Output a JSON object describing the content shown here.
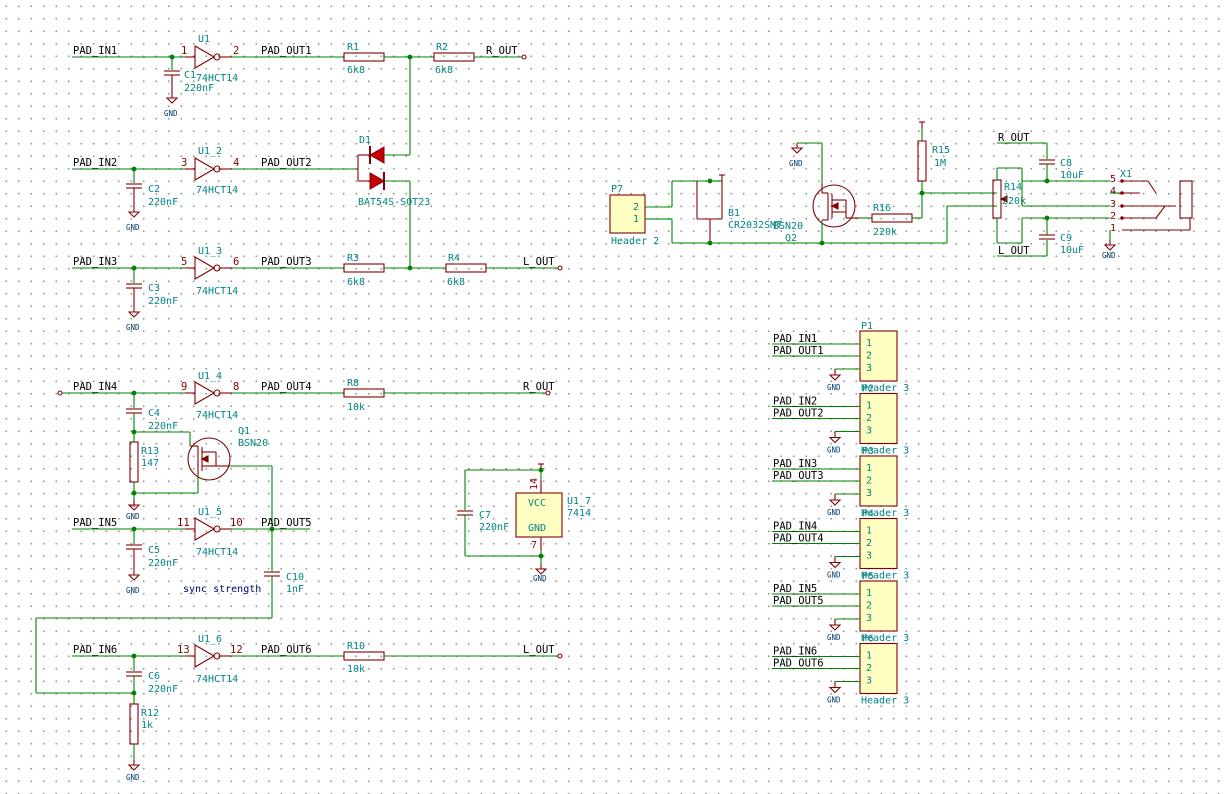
{
  "schematic": {
    "net_labels": {
      "pad_in1": "PAD_IN1",
      "pad_out1": "PAD_OUT1",
      "r_out1": "R_OUT",
      "pad_in2": "PAD_IN2",
      "pad_out2": "PAD_OUT2",
      "pad_in3": "PAD_IN3",
      "pad_out3": "PAD_OUT3",
      "l_out1": "L_OUT",
      "pad_in4": "PAD_IN4",
      "pad_out4": "PAD_OUT4",
      "r_out2": "R_OUT",
      "pad_in5": "PAD_IN5",
      "pad_out5": "PAD_OUT5",
      "pad_in6": "PAD_IN6",
      "pad_out6": "PAD_OUT6",
      "l_out2": "L_OUT",
      "r_out3": "R_OUT",
      "l_out3": "L_OUT"
    },
    "inverters": [
      {
        "ref": "U1",
        "value": "74HCT14",
        "pin_in": "1",
        "pin_out": "2"
      },
      {
        "ref": "U1_2",
        "value": "74HCT14",
        "pin_in": "3",
        "pin_out": "4"
      },
      {
        "ref": "U1_3",
        "value": "74HCT14",
        "pin_in": "5",
        "pin_out": "6"
      },
      {
        "ref": "U1_4",
        "value": "74HCT14",
        "pin_in": "9",
        "pin_out": "8"
      },
      {
        "ref": "U1_5",
        "value": "74HCT14",
        "pin_in": "11",
        "pin_out": "10"
      },
      {
        "ref": "U1_6",
        "value": "74HCT14",
        "pin_in": "13",
        "pin_out": "12"
      }
    ],
    "capacitors": {
      "c1": {
        "ref": "C1",
        "value": "220nF"
      },
      "c2": {
        "ref": "C2",
        "value": "220nF"
      },
      "c3": {
        "ref": "C3",
        "value": "220nF"
      },
      "c4": {
        "ref": "C4",
        "value": "220nF"
      },
      "c5": {
        "ref": "C5",
        "value": "220nF"
      },
      "c6": {
        "ref": "C6",
        "value": "220nF"
      },
      "c7": {
        "ref": "C7",
        "value": "220nF"
      },
      "c8": {
        "ref": "C8",
        "value": "10uF"
      },
      "c9": {
        "ref": "C9",
        "value": "10uF"
      },
      "c10": {
        "ref": "C10",
        "value": "1nF"
      }
    },
    "resistors": {
      "r1": {
        "ref": "R1",
        "value": "6k8"
      },
      "r2": {
        "ref": "R2",
        "value": "6k8"
      },
      "r3": {
        "ref": "R3",
        "value": "6k8"
      },
      "r4": {
        "ref": "R4",
        "value": "6k8"
      },
      "r8": {
        "ref": "R8",
        "value": "10k"
      },
      "r10": {
        "ref": "R10",
        "value": "10k"
      },
      "r12": {
        "ref": "R12",
        "value": "1k"
      },
      "r13": {
        "ref": "R13",
        "value": "147"
      },
      "r14": {
        "ref": "R14",
        "value": "220k"
      },
      "r15": {
        "ref": "R15",
        "value": "1M"
      },
      "r16": {
        "ref": "R16",
        "value": "220k"
      }
    },
    "diode": {
      "ref": "D1",
      "value": "BAT54S-SOT23"
    },
    "q1": {
      "ref": "Q1",
      "value": "BSN20"
    },
    "q2": {
      "ref": "Q2",
      "value": "BSN20"
    },
    "battery": {
      "ref": "B1",
      "value": "CR2032SMT"
    },
    "p7": {
      "ref": "P7",
      "value": "Header 2",
      "pins": [
        "2",
        "1"
      ]
    },
    "x1": {
      "ref": "X1",
      "pins": [
        "5",
        "4",
        "3",
        "2",
        "1"
      ]
    },
    "u1_7": {
      "ref": "U1_7",
      "value": "7414",
      "vcc": "VCC",
      "gnd": "GND",
      "pin_vcc": "14",
      "pin_gnd": "7"
    },
    "gnd_label": "GND",
    "vcc_label": "VCC",
    "note": "sync strength",
    "headers": [
      {
        "ref": "P1",
        "in": "PAD_IN1",
        "out": "PAD_OUT1",
        "value": "Header 3",
        "pins": [
          "1",
          "2",
          "3"
        ]
      },
      {
        "ref": "P2",
        "in": "PAD_IN2",
        "out": "PAD_OUT2",
        "value": "Header 3",
        "pins": [
          "1",
          "2",
          "3"
        ]
      },
      {
        "ref": "P3",
        "in": "PAD_IN3",
        "out": "PAD_OUT3",
        "value": "Header 3",
        "pins": [
          "1",
          "2",
          "3"
        ]
      },
      {
        "ref": "P4",
        "in": "PAD_IN4",
        "out": "PAD_OUT4",
        "value": "Header 3",
        "pins": [
          "1",
          "2",
          "3"
        ]
      },
      {
        "ref": "P5",
        "in": "PAD_IN5",
        "out": "PAD_OUT5",
        "value": "Header 3",
        "pins": [
          "1",
          "2",
          "3"
        ]
      },
      {
        "ref": "P6",
        "in": "PAD_IN6",
        "out": "PAD_OUT6",
        "value": "Header 3",
        "pins": [
          "1",
          "2",
          "3"
        ]
      }
    ]
  }
}
